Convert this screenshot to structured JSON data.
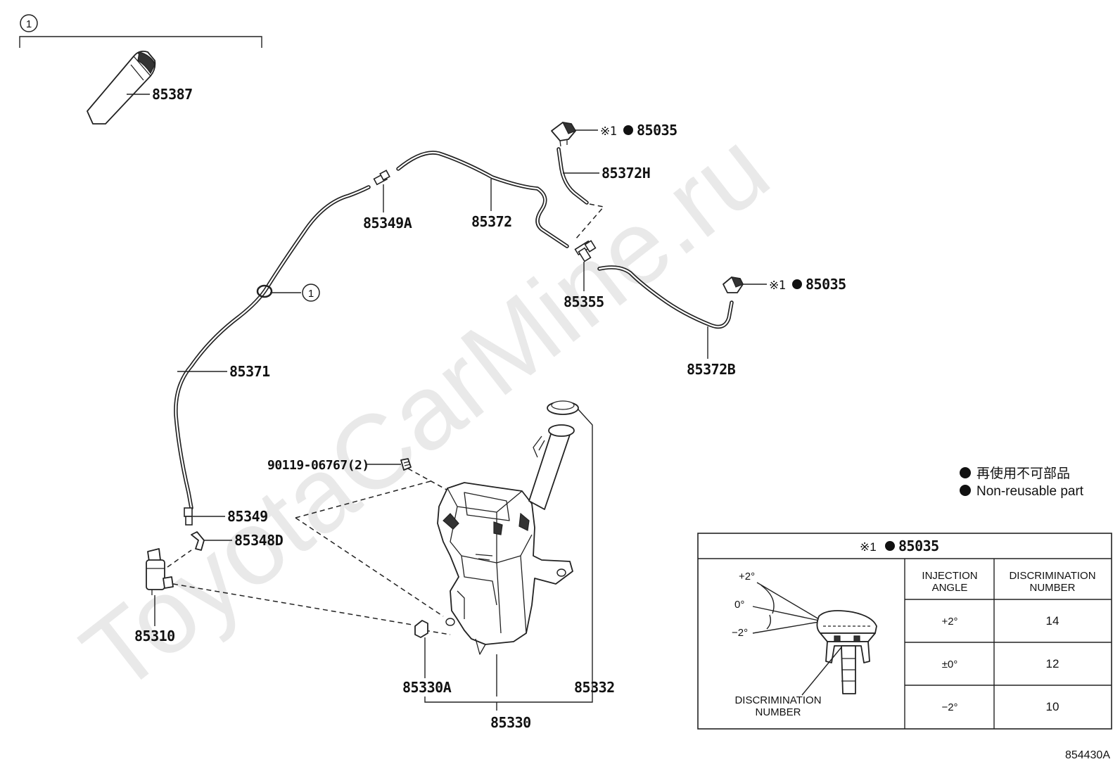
{
  "watermark": "ToyotaCarMine.ru",
  "diagram_code": "854430A",
  "group_marker": "1",
  "callout_marker": "1",
  "labels": {
    "p85387": "85387",
    "p85035_top": "85035",
    "p85372H": "85372H",
    "p85349A": "85349A",
    "p85372": "85372",
    "p85355": "85355",
    "p85035_right": "85035",
    "p85372B": "85372B",
    "p85371": "85371",
    "p90119": "90119-06767(2)",
    "p85349": "85349",
    "p85348D": "85348D",
    "p85310": "85310",
    "p85330A": "85330A",
    "p85332": "85332",
    "p85330": "85330"
  },
  "note_mark": "※1",
  "legend": {
    "line1": "再使用不可部品",
    "line2": "Non-reusable part"
  },
  "inset": {
    "title_mark": "※1",
    "title_part": "85035",
    "angle_plus": "+2°",
    "angle_zero": "0°",
    "angle_minus": "−2°",
    "disc_label_1": "DISCRIMINATION",
    "disc_label_2": "NUMBER",
    "headers": {
      "angle_1": "INJECTION",
      "angle_2": "ANGLE",
      "disc_1": "DISCRIMINATION",
      "disc_2": "NUMBER"
    },
    "rows": [
      {
        "angle": "+2°",
        "number": "14"
      },
      {
        "angle": "±0°",
        "number": "12"
      },
      {
        "angle": "−2°",
        "number": "10"
      }
    ]
  }
}
